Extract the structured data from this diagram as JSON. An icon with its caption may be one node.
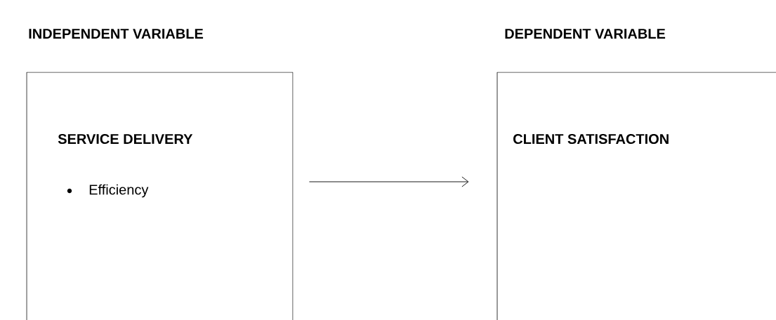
{
  "diagram": {
    "nodes": [
      {
        "text": [
          "SERVICE DELIVERY",
          "Efficiency"
        ]
      },
      {
        "text": [
          "CLIENT SATISFACTION"
        ]
      }
    ],
    "edges": [
      {
        "from": 0,
        "to": 1,
        "arrow": "to"
      }
    ],
    "labels": [
      "INDEPENDENT VARIABLE",
      "DEPENDENT VARIABLE"
    ]
  }
}
